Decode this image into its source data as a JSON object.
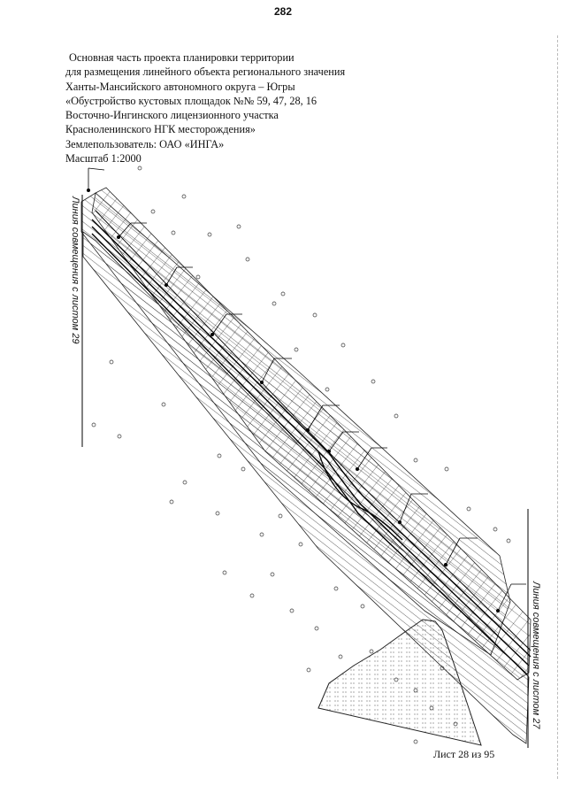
{
  "page": {
    "number": "282",
    "header": {
      "line1": "Основная часть проекта планировки территории",
      "line2": "для размещения линейного объекта регионального значения",
      "line3": "Ханты-Мансийского автономного округа – Югры",
      "line4": "«Обустройство кустовых площадок №№ 59, 47, 28, 16",
      "line5": "Восточно-Ингинского лицензионного участка",
      "line6": "Красноленинского НГК месторождения»",
      "line7": "Землепользователь: ОАО «ИНГА»",
      "line8": "Масштаб 1:2000"
    },
    "sheet": "Лист 28 из 95"
  },
  "drawing": {
    "left_match_line": "Линия совмещения с листом 29",
    "right_match_line": "Линия совмещения с листом 27"
  }
}
